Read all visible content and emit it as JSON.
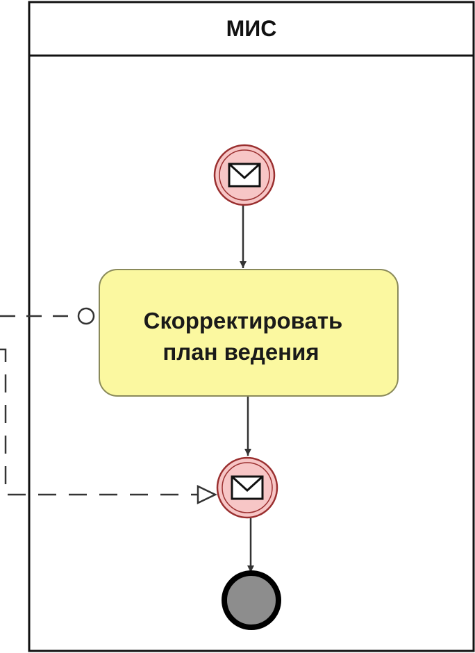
{
  "lane": {
    "title": "МИС"
  },
  "task": {
    "line1": "Скорректировать",
    "line2": "план ведения"
  },
  "events": {
    "start": "envelope-icon",
    "intermediate": "envelope-icon",
    "end": "end-event"
  },
  "colors": {
    "task_fill": "#fbf8a0",
    "task_border": "#8a8a5a",
    "event_fill": "#f7c6c6",
    "event_border": "#9a2f2f",
    "end_fill": "#8d8d8d",
    "line": "#333333"
  }
}
